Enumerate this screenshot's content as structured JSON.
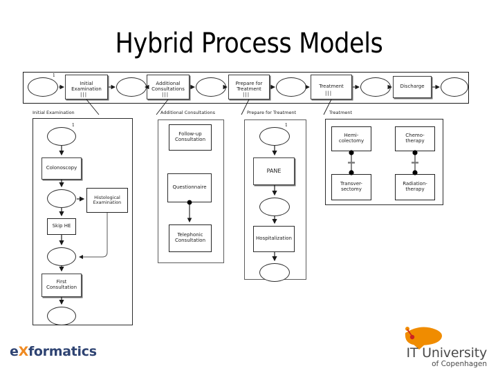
{
  "slide": {
    "title": "Hybrid Process Models"
  },
  "top_process": {
    "name": "top-level-flow",
    "subprocess_marker": "|||",
    "start_marker": "1",
    "steps": [
      {
        "type": "event",
        "label": ""
      },
      {
        "type": "activity",
        "label": "Initial\nExamination",
        "subprocess": true
      },
      {
        "type": "event",
        "label": ""
      },
      {
        "type": "activity",
        "label": "Additional\nConsultations",
        "subprocess": true
      },
      {
        "type": "event",
        "label": ""
      },
      {
        "type": "activity",
        "label": "Prepare for\nTreatment",
        "subprocess": true
      },
      {
        "type": "event",
        "label": ""
      },
      {
        "type": "activity",
        "label": "Treatment",
        "subprocess": true
      },
      {
        "type": "event",
        "label": ""
      },
      {
        "type": "activity",
        "label": "Discharge",
        "subprocess": false
      },
      {
        "type": "event",
        "label": ""
      }
    ]
  },
  "subprocesses": [
    {
      "id": "initial-examination",
      "label": "Initial Examination",
      "start_marker": "1",
      "nodes": [
        {
          "id": "ie-start",
          "type": "ellipse",
          "label": ""
        },
        {
          "id": "ie-colonoscopy",
          "type": "activity",
          "label": "Colonoscopy"
        },
        {
          "id": "ie-gw1",
          "type": "ellipse",
          "label": ""
        },
        {
          "id": "ie-histological",
          "type": "activity",
          "label": "Histological\nExamination"
        },
        {
          "id": "ie-skip-he",
          "type": "activity",
          "label": "Skip HE"
        },
        {
          "id": "ie-join",
          "type": "ellipse",
          "label": ""
        },
        {
          "id": "ie-first-consultation",
          "type": "activity",
          "label": "First\nConsultation"
        },
        {
          "id": "ie-end",
          "type": "ellipse",
          "label": ""
        }
      ]
    },
    {
      "id": "additional-consultations",
      "label": "Additional Consultations",
      "start_marker": "",
      "nodes": [
        {
          "id": "ac-followup",
          "type": "activity",
          "label": "Follow-up\nConsultation"
        },
        {
          "id": "ac-questionnaire",
          "type": "activity",
          "label": "Questionnaire"
        },
        {
          "id": "ac-telephonic",
          "type": "activity",
          "label": "Telephonic\nConsultation"
        }
      ],
      "constraints": [
        {
          "type": "response",
          "from": "ac-questionnaire",
          "to": "ac-telephonic"
        }
      ]
    },
    {
      "id": "prepare-for-treatment",
      "label": "Prepare for Treatment",
      "start_marker": "1",
      "nodes": [
        {
          "id": "pt-start",
          "type": "ellipse",
          "label": ""
        },
        {
          "id": "pt-pane",
          "type": "activity",
          "label": "PANE"
        },
        {
          "id": "pt-gw",
          "type": "ellipse",
          "label": ""
        },
        {
          "id": "pt-hospitalization",
          "type": "activity",
          "label": "Hospitalization"
        },
        {
          "id": "pt-end",
          "type": "ellipse",
          "label": ""
        }
      ]
    },
    {
      "id": "treatment",
      "label": "Treatment",
      "start_marker": "",
      "nodes": [
        {
          "id": "tr-hemicolectomy",
          "type": "activity",
          "label": "Hemi-\ncolectomy"
        },
        {
          "id": "tr-chemotherapy",
          "type": "activity",
          "label": "Chemo-\ntherapy"
        },
        {
          "id": "tr-transversectomy",
          "type": "activity",
          "label": "Transver-\nsectomy"
        },
        {
          "id": "tr-radiationtherapy",
          "type": "activity",
          "label": "Radiation-\ntherapy"
        }
      ],
      "constraints": [
        {
          "type": "not-coexistence",
          "from": "tr-hemicolectomy",
          "to": "tr-transversectomy"
        },
        {
          "type": "not-coexistence",
          "from": "tr-chemotherapy",
          "to": "tr-radiationtherapy"
        }
      ]
    }
  ],
  "footer": {
    "exformatics": {
      "prefix": "e",
      "mark": "X",
      "suffix": "formatics"
    },
    "itu": {
      "line1": "IT University",
      "line2": "of Copenhagen"
    }
  },
  "colors": {
    "stroke": "#2b2b2b",
    "text": "#1a1a1a",
    "exformatics_blue": "#2e4372",
    "exformatics_orange": "#ef8a22",
    "itu_orange": "#f08c00",
    "itu_red": "#cc2222",
    "itu_gray": "#4a4a4a"
  }
}
